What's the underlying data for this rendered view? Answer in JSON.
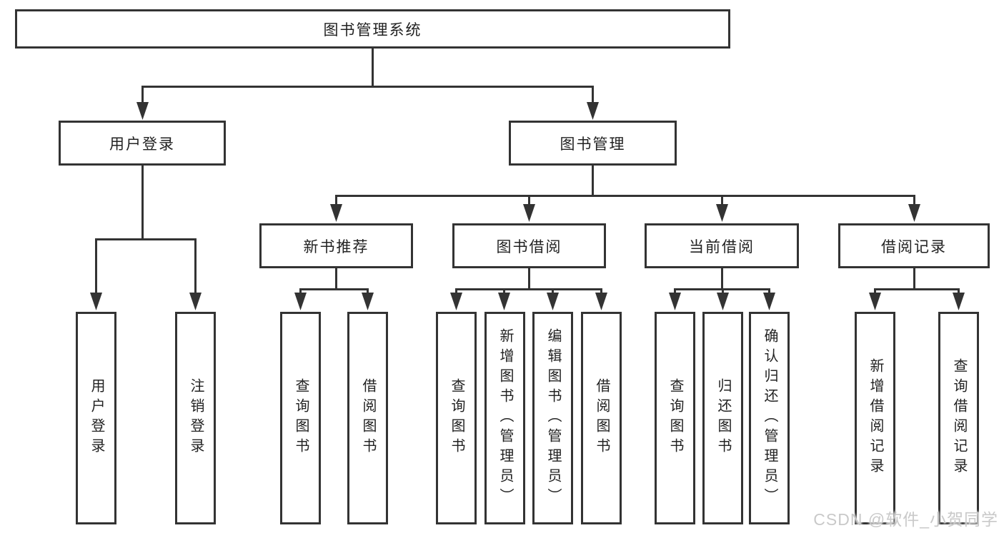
{
  "diagram": {
    "tree": {
      "label": "图书管理系统",
      "children": [
        {
          "label": "用户登录",
          "children": [
            {
              "label": "用户登录"
            },
            {
              "label": "注销登录"
            }
          ]
        },
        {
          "label": "图书管理",
          "children": [
            {
              "label": "新书推荐",
              "children": [
                {
                  "label": "查询图书"
                },
                {
                  "label": "借阅图书"
                }
              ]
            },
            {
              "label": "图书借阅",
              "children": [
                {
                  "label": "查询图书"
                },
                {
                  "label": "新增图书（管理员）"
                },
                {
                  "label": "编辑图书（管理员）"
                },
                {
                  "label": "借阅图书"
                }
              ]
            },
            {
              "label": "当前借阅",
              "children": [
                {
                  "label": "查询图书"
                },
                {
                  "label": "归还图书"
                },
                {
                  "label": "确认归还（管理员）"
                }
              ]
            },
            {
              "label": "借阅记录",
              "children": [
                {
                  "label": "新增借阅记录"
                },
                {
                  "label": "查询借阅记录"
                }
              ]
            }
          ]
        }
      ]
    }
  },
  "watermark": {
    "text": "CSDN @软件_小贺同学"
  },
  "colors": {
    "line": "#333333",
    "border": "#333333",
    "text": "#222222",
    "background": "#ffffff",
    "watermark": "#c9c9c9"
  }
}
